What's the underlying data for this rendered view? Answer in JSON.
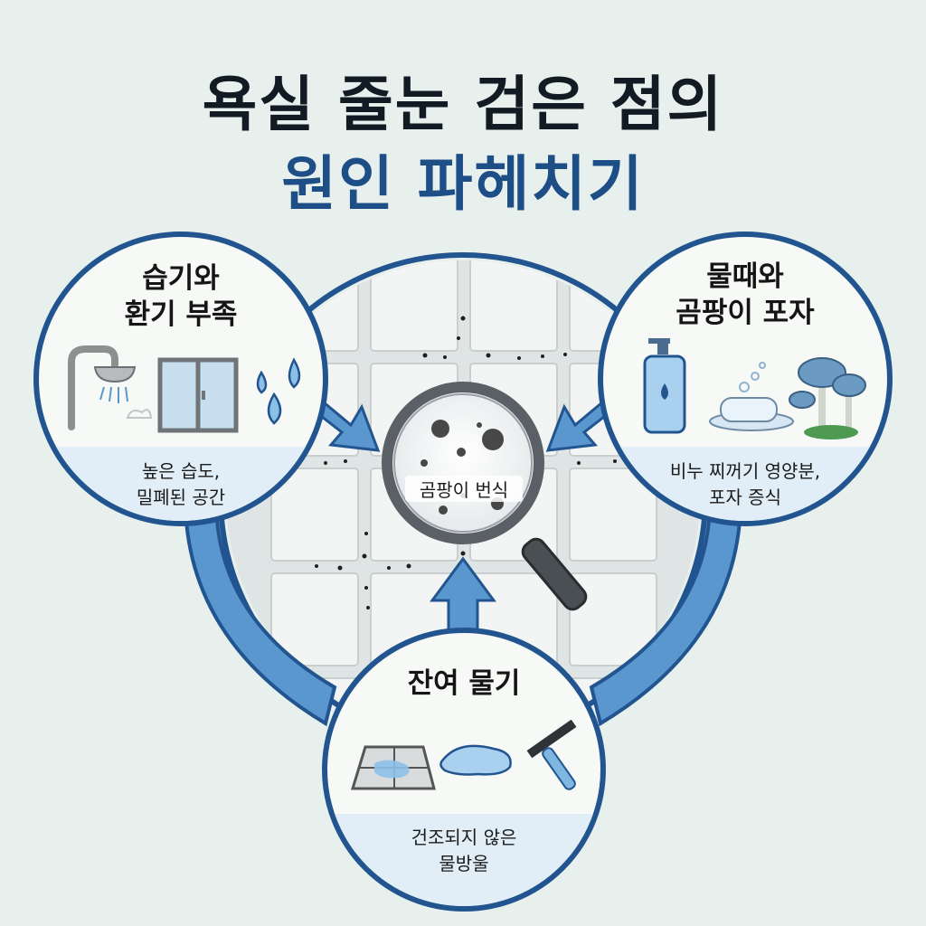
{
  "title": {
    "line1": "욕실 줄눈 검은 점의",
    "line2": "원인 파헤치기"
  },
  "center": {
    "label": "곰팡이 번식",
    "icon": "magnifier-icon"
  },
  "causes": {
    "humidity": {
      "title_line1": "습기와",
      "title_line2": "환기 부족",
      "desc_line1": "높은 습도,",
      "desc_line2": "밀폐된 공간",
      "icons": [
        "shower-icon",
        "window-icon",
        "water-drops-icon"
      ]
    },
    "soap": {
      "title_line1": "물때와",
      "title_line2": "곰팡이 포자",
      "desc_line1": "비누 찌꺼기 영양분,",
      "desc_line2": "포자 증식",
      "icons": [
        "soap-bottle-icon",
        "soap-bar-icon",
        "mushroom-icon"
      ]
    },
    "water": {
      "title": "잔여 물기",
      "desc_line1": "건조되지 않은",
      "desc_line2": "물방울",
      "icons": [
        "wet-tile-icon",
        "puddle-icon",
        "squeegee-icon"
      ]
    }
  },
  "colors": {
    "primary": "#22558f",
    "ring": "#5b97cf",
    "background": "#e8f0ee",
    "title_dark": "#121b24",
    "title_blue": "#1d4e86"
  }
}
